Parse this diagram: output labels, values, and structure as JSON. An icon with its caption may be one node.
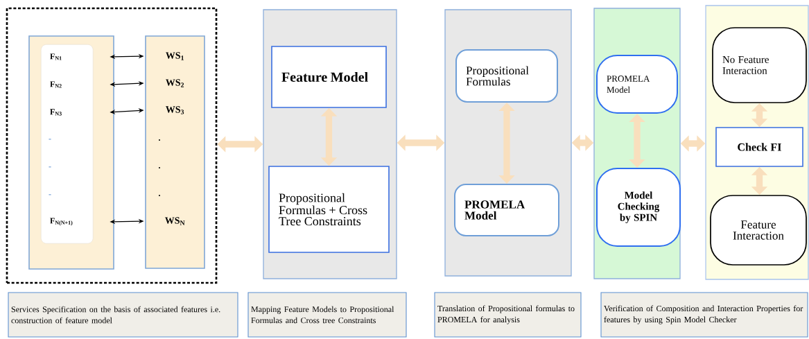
{
  "diagram": {
    "nodes": [
      {
        "text": [],
        "shape": "box"
      },
      {
        "text": [],
        "shape": "box",
        "in": 0
      },
      {
        "text": [
          "F$_{N1}$"
        ],
        "in": 1
      },
      {
        "text": [
          "F$_{N2}$"
        ],
        "in": 1
      },
      {
        "text": [
          "F$_{N3}$"
        ],
        "in": 1
      },
      {
        "text": [
          "F$_{N(N+1)}$"
        ],
        "in": 1
      },
      {
        "text": [],
        "shape": "box",
        "in": 0
      },
      {
        "text": [
          "WS$_{1}$"
        ],
        "in": 6
      },
      {
        "text": [
          "WS$_{2}$"
        ],
        "in": 6
      },
      {
        "text": [
          "WS$_{3}$"
        ],
        "in": 6
      },
      {
        "text": [
          "WS$_{N}$"
        ],
        "in": 6
      },
      {
        "text": [],
        "shape": "box"
      },
      {
        "text": [
          "Feature Model"
        ],
        "in": 11
      },
      {
        "text": [
          "Propositional Formulas + Cross Tree Constraints"
        ],
        "in": 11
      },
      {
        "text": [],
        "shape": "box"
      },
      {
        "text": [
          "Propositional Formulas"
        ],
        "in": 14
      },
      {
        "text": [
          "PROMELA Model"
        ],
        "in": 14
      },
      {
        "text": [],
        "shape": "box"
      },
      {
        "text": [
          "PROMELA Model"
        ],
        "in": 17
      },
      {
        "text": [
          "Model Checking by SPIN"
        ],
        "in": 17
      },
      {
        "text": [],
        "shape": "box"
      },
      {
        "text": [
          "No Feature Interaction"
        ],
        "in": 20
      },
      {
        "text": [
          "Check FI"
        ],
        "in": 20
      },
      {
        "text": [
          "Feature Interaction"
        ],
        "in": 20
      },
      {
        "text": [
          "Services Specification on the basis of associated features i.e. construction of feature model"
        ]
      },
      {
        "text": [
          "Mapping Feature Models to Propositional Formulas and Cross tree Constraints"
        ]
      },
      {
        "text": [
          "Translation of Propositional formulas to PROMELA for analysis"
        ]
      },
      {
        "text": [
          "Verification of Composition and Interaction Properties for features by using Spin Model Checker"
        ]
      }
    ],
    "edges": [
      {
        "from": 2,
        "to": 7,
        "arrow": "both",
        "color": "#000000"
      },
      {
        "from": 3,
        "to": 8,
        "arrow": "both",
        "color": "#000000"
      },
      {
        "from": 4,
        "to": 9,
        "arrow": "both",
        "color": "#000000"
      },
      {
        "from": 5,
        "to": 10,
        "arrow": "both",
        "color": "#000000"
      },
      {
        "from": 0,
        "to": 11,
        "arrow": "both"
      },
      {
        "from": 12,
        "to": 13,
        "arrow": "both"
      },
      {
        "from": 11,
        "to": 14,
        "arrow": "both"
      },
      {
        "from": 15,
        "to": 16,
        "arrow": "both"
      },
      {
        "from": 14,
        "to": 17,
        "arrow": "both"
      },
      {
        "from": 18,
        "to": 19,
        "arrow": "both"
      },
      {
        "from": 17,
        "to": 20,
        "arrow": "both"
      },
      {
        "from": 21,
        "to": 22,
        "arrow": "both"
      },
      {
        "from": 22,
        "to": 23,
        "arrow": "both"
      }
    ],
    "labels": [
      "-",
      ".",
      "-",
      ".",
      "-",
      "."
    ]
  }
}
